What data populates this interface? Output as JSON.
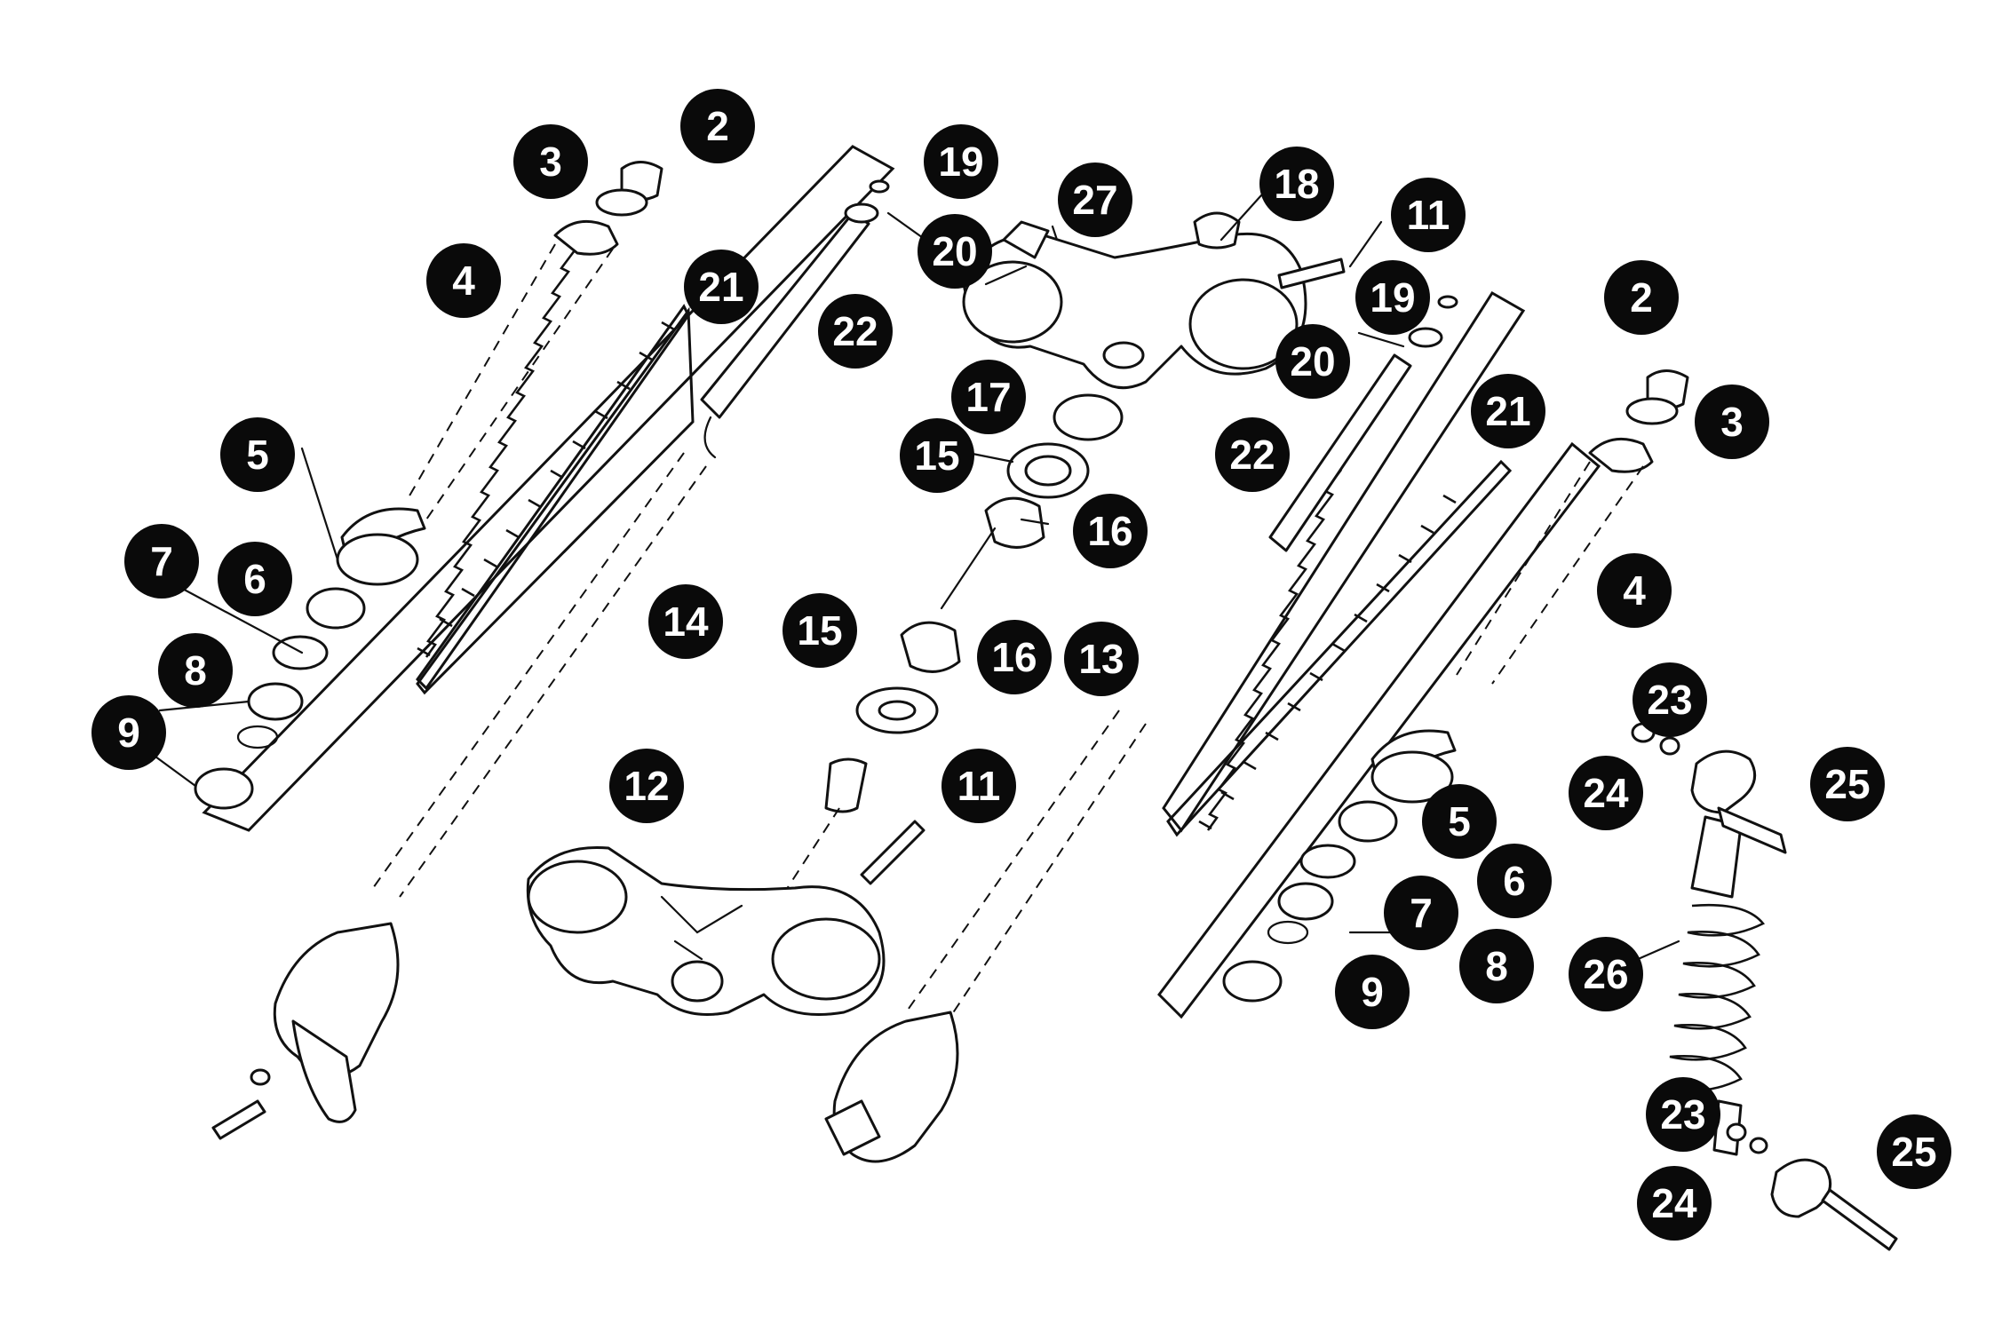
{
  "callouts": [
    "2",
    "3",
    "4",
    "5",
    "6",
    "7",
    "8",
    "9",
    "11",
    "12",
    "13",
    "14",
    "15",
    "16",
    "17",
    "18",
    "19",
    "20",
    "21",
    "22",
    "23",
    "24",
    "25",
    "26",
    "27"
  ]
}
